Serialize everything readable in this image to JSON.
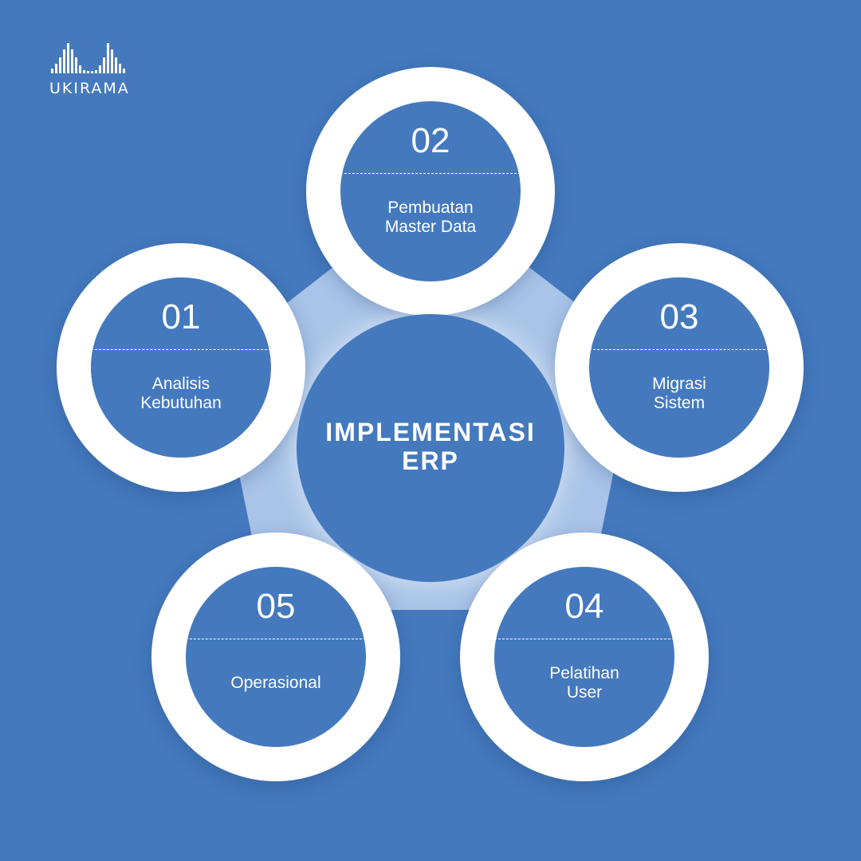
{
  "brand": {
    "name": "UKIRAMA"
  },
  "center": {
    "line1": "IMPLEMENTASI",
    "line2": "ERP"
  },
  "steps": [
    {
      "number": "01",
      "line1": "Analisis",
      "line2": "Kebutuhan"
    },
    {
      "number": "02",
      "line1": "Pembuatan",
      "line2": "Master Data"
    },
    {
      "number": "03",
      "line1": "Migrasi",
      "line2": "Sistem"
    },
    {
      "number": "04",
      "line1": "Pelatihan",
      "line2": "User"
    },
    {
      "number": "05",
      "line1": "Operasional",
      "line2": ""
    }
  ],
  "colors": {
    "background": "#4479be",
    "ring": "#ffffff",
    "connector": "#a9c4e8"
  }
}
